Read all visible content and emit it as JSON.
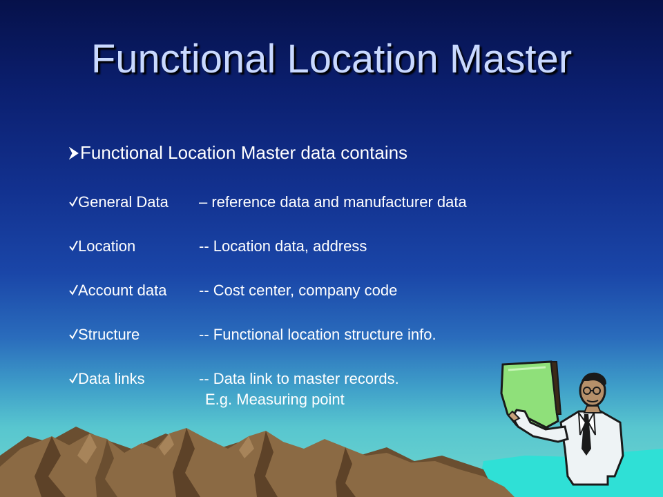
{
  "slide": {
    "title": "Functional Location Master",
    "lead": "Functional Location Master data contains",
    "items": [
      {
        "term": "General Data",
        "desc": "– reference data and manufacturer data",
        "desc2": ""
      },
      {
        "term": "Location",
        "desc": "-- Location data, address",
        "desc2": ""
      },
      {
        "term": "Account data",
        "desc": "-- Cost center, company code",
        "desc2": ""
      },
      {
        "term": "Structure",
        "desc": "-- Functional location structure info.",
        "desc2": ""
      },
      {
        "term": "Data links",
        "desc": "-- Data link to master records.",
        "desc2": "E.g. Measuring point"
      }
    ]
  },
  "icons": {
    "lead_bullet": "arrow-bullet-icon",
    "item_bullet": "checkmark-icon",
    "illustration": "presenter-clipart",
    "landscape": "mountains-clipart"
  },
  "colors": {
    "title": "#c9d9ff",
    "text": "#ffffff",
    "mountain": "#8b6a44",
    "water": "#2fe0d6"
  }
}
